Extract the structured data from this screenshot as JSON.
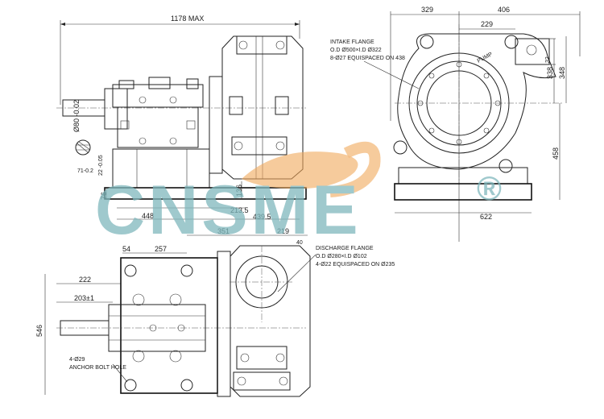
{
  "watermark": {
    "brand": "CNSME",
    "registered": "®",
    "colors": {
      "letters": "#7fb8bd",
      "swoosh": "#f0a85a"
    }
  },
  "front_view": {
    "overall_length": "1178 MAX",
    "shaft_diameter": "Ø80 -0.02",
    "keyway_depth": "71-0.2",
    "key_width": "22 -0.05",
    "base_height": "76",
    "bracket_length": "448",
    "base_extension": "213.5",
    "casing_offset": "439.5",
    "center_height": "136"
  },
  "side_view": {
    "top_left": "329",
    "top_right": "406",
    "casing_half": "229",
    "intake_flange": {
      "title": "INTAKE FLANGE",
      "line1": "O.D Ø500×I.D Ø322",
      "line2": "8-Ø27 EQUISPACED ON 438"
    },
    "pump_label": "PUMP",
    "dim_32": "32",
    "dim_338": "338",
    "dim_348": "348",
    "dim_458": "458",
    "base_width": "622"
  },
  "plan_view": {
    "dim_351": "351",
    "dim_219": "219",
    "dim_40": "40",
    "dim_54": "54",
    "dim_257": "257",
    "dim_222": "222",
    "dim_203": "203±1",
    "dim_546": "546",
    "discharge_flange": {
      "title": "DISCHARGE FLANGE",
      "line1": "O.D Ø280×I.D Ø102",
      "line2": "4-Ø22 EQUISPACED ON Ø235"
    },
    "anchor_bolt": {
      "count": "4-Ø29",
      "label": "ANCHOR BOLT HOLE"
    }
  }
}
